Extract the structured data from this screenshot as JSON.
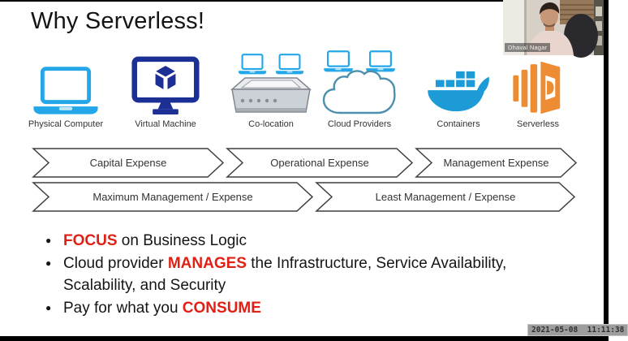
{
  "meeting": {
    "participant_name": "Dhaval Nagar",
    "timestamp": "2021-05-08  11:11:38"
  },
  "slide": {
    "title": "Why Serverless!",
    "evolution_items": [
      {
        "label": "Physical Computer",
        "icon": "laptop-icon"
      },
      {
        "label": "Virtual Machine",
        "icon": "virtual-machine-icon"
      },
      {
        "label": "Co-location",
        "icon": "colocation-server-icon"
      },
      {
        "label": "Cloud Providers",
        "icon": "cloud-providers-icon"
      },
      {
        "label": "Containers",
        "icon": "docker-whale-icon"
      },
      {
        "label": "Serverless",
        "icon": "serverless-lambda-icon"
      }
    ],
    "expense_arrows": {
      "row1": [
        {
          "label": "Capital Expense"
        },
        {
          "label": "Operational Expense"
        },
        {
          "label": "Management Expense"
        }
      ],
      "row2": [
        {
          "label": "Maximum Management / Expense"
        },
        {
          "label": "Least Management / Expense"
        }
      ]
    },
    "bullets": [
      {
        "pre": "",
        "highlight": "FOCUS",
        "post": " on Business Logic"
      },
      {
        "pre": "Cloud provider ",
        "highlight": "MANAGES",
        "post": " the Infrastructure, Service Availability, Scalability, and Security"
      },
      {
        "pre": "Pay for what you ",
        "highlight": "CONSUME",
        "post": ""
      }
    ]
  },
  "colors": {
    "highlight_red": "#e02015",
    "laptop_cyan": "#23a7e8",
    "vm_blue": "#1b2f94",
    "cloud_teal": "#4d8fac",
    "docker_blue": "#1d9bd7",
    "lambda_orange": "#ee8c33",
    "arrow_outline": "#3f3f3f"
  }
}
